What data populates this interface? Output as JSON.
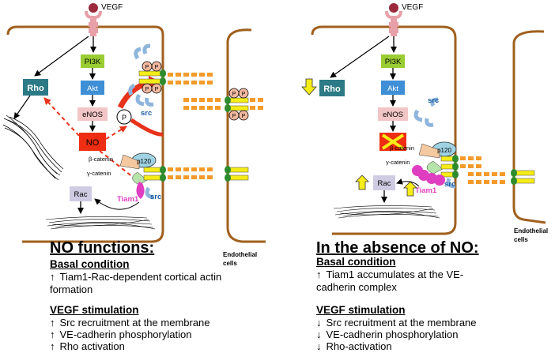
{
  "left_panel": {
    "vegf": "VEGF",
    "pi3k": "PI3K",
    "akt": "Akt",
    "enos": "eNOS",
    "no": "NO",
    "rho": "Rho",
    "rac": "Rac",
    "tiam1": "Tiam1",
    "src_top": "src",
    "src_bottom": "src",
    "p_free": "P",
    "beta_catenin": "β-catenin",
    "gamma_catenin": "γ-catenin",
    "p120": "p120",
    "endothelial": [
      "Endothelial",
      "cells"
    ]
  },
  "right_panel": {
    "vegf": "VEGF",
    "pi3k": "PI3K",
    "akt": "Akt",
    "enos": "eNOS",
    "rho": "Rho",
    "rac": "Rac",
    "tiam1": "Tiam1",
    "src_free": "src",
    "src_bottom": "src",
    "beta_catenin": "β-catenin",
    "gamma_catenin": "γ-catenin",
    "p120": "p120",
    "endothelial": [
      "Endothelial",
      "cells"
    ]
  },
  "left_text": {
    "title": "NO functions:",
    "basal_heading": "Basal condition",
    "basal_items": [
      "Tiam1-Rac-dependent cortical actin",
      "formation"
    ],
    "vegf_heading": "VEGF stimulation",
    "vegf_items": [
      "Src recruitment at the membrane",
      "VE-cadherin phosphorylation",
      "Rho activation"
    ]
  },
  "right_text": {
    "title": "In the absence of NO:",
    "basal_heading": "Basal condition",
    "basal_items": [
      "Tiam1 accumulates at the VE-",
      "cadherin complex"
    ],
    "vegf_heading": "VEGF stimulation",
    "vegf_items": [
      "Src recruitment at the membrane",
      "VE-cadherin phosphorylation",
      "Rho-activation"
    ]
  },
  "arrows": {
    "up": "🡩",
    "down": "🡫",
    "up_alt": "↑",
    "down_alt": "↓"
  },
  "colors": {
    "membrane": "#a0601e",
    "pi3k": "#9acd32",
    "akt": "#3e8fd6",
    "enos": "#f2c6c6",
    "no": "#ee2d12",
    "rho": "#2c7a86",
    "rac": "#cfcbe2",
    "tiam1": "#e03ec0",
    "src": "#8eb5dc",
    "p120": "#9fd3e3",
    "beta": "#f5c9a0",
    "gamma": "#b6e3a9",
    "junction": "#f49a2a",
    "cadherin_green": "#2e8b2e",
    "cadherin_yellow": "#f6ec18",
    "vegf_ball": "#9a2a3c",
    "receptor": "#e8a0a8",
    "highlight": "#f6ec18"
  }
}
